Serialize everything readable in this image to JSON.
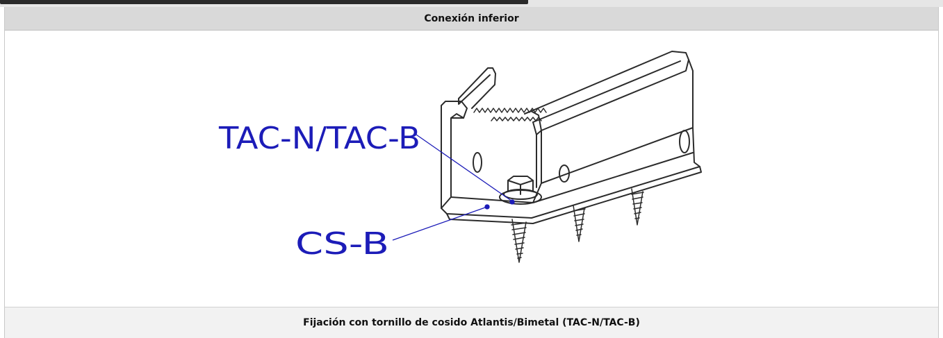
{
  "table": {
    "header": "Conexión inferior",
    "caption": "Fijación con tornillo de cosido Atlantis/Bimetal (TAC-N/TAC-B)"
  },
  "figure": {
    "callouts": [
      {
        "label": "TAC-N/TAC-B"
      },
      {
        "label": "CS-B"
      }
    ]
  },
  "colors": {
    "header_bg": "#d9d9d9",
    "caption_bg": "#f2f2f2",
    "callout": "#1c1cb8",
    "drawing_stroke": "#2b2b2b"
  }
}
